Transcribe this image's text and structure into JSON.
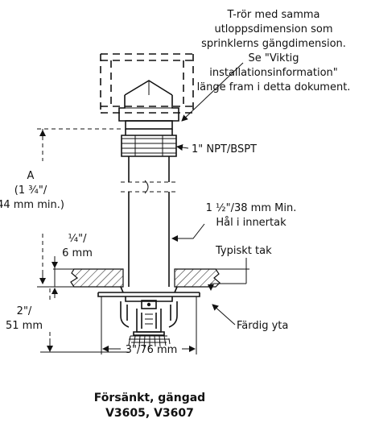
{
  "figure": {
    "tee_note": [
      "T-rör med samma",
      "utloppsdimension som",
      "sprinklerns gängdimension.",
      "Se \"Viktig",
      "installationsinformation\"",
      "länge fram i detta dokument."
    ],
    "thread_label": "1\" NPT/BSPT",
    "dim_a": [
      "A",
      "(1 ¾\"/",
      "44 mm min.)"
    ],
    "hole_label": [
      "1 ½\"/38 mm Min.",
      "Hål i innertak"
    ],
    "recess_label": [
      "¼\"/",
      "6 mm"
    ],
    "ceiling_label": "Typiskt tak",
    "depth_label": [
      "2\"/",
      "51 mm"
    ],
    "finish_label": "Färdig yta",
    "width_label": "3\"/76 mm",
    "caption": [
      "Försänkt, gängad",
      "V3605, V3607"
    ]
  }
}
